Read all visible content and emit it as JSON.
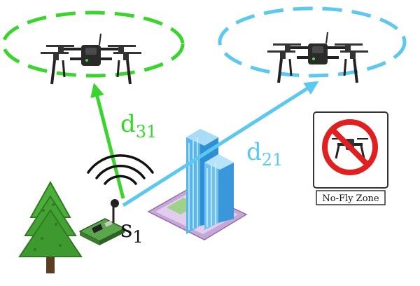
{
  "labels": {
    "d31_main": "d",
    "d31_sub": "31",
    "d21_main": "d",
    "d21_sub": "21",
    "s1_main": "s",
    "s1_sub": "1",
    "no_fly_zone": "No-Fly Zone"
  },
  "colors": {
    "green": "#3bd42f",
    "cyan": "#5cc7ef",
    "no_fly_red": "#e02020",
    "tree": "#3e9a2e",
    "building_blue": "#57b6ee"
  },
  "icons": {
    "drone_left": "drone-icon",
    "drone_right": "drone-icon",
    "sensor": "sensor-board-icon",
    "signal": "wireless-signal-icon",
    "tree": "tree-icon",
    "building": "building-icon",
    "no_fly": "no-drone-icon"
  }
}
